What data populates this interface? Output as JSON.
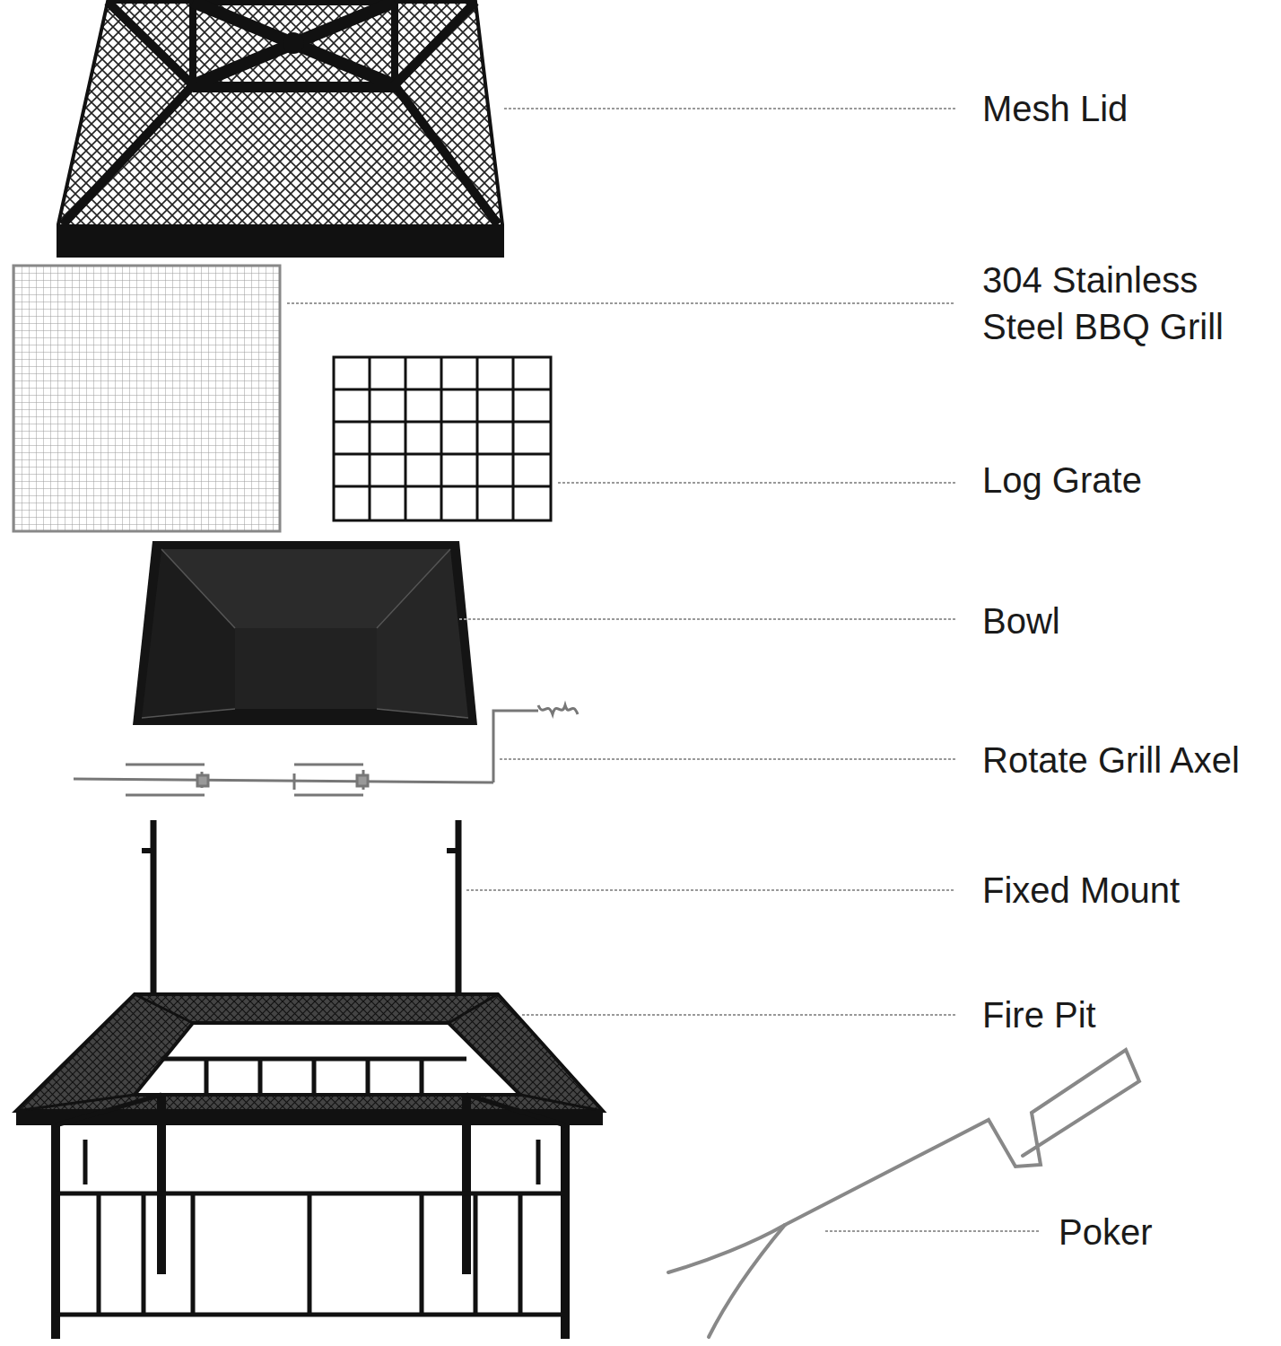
{
  "diagram": {
    "labels": [
      "Mesh Lid",
      "304 Stainless Steel BBQ Grill",
      "Log Grate",
      "Bowl",
      "Rotate Grill Axel",
      "Fixed Mount",
      "Fire Pit",
      "Poker"
    ]
  }
}
